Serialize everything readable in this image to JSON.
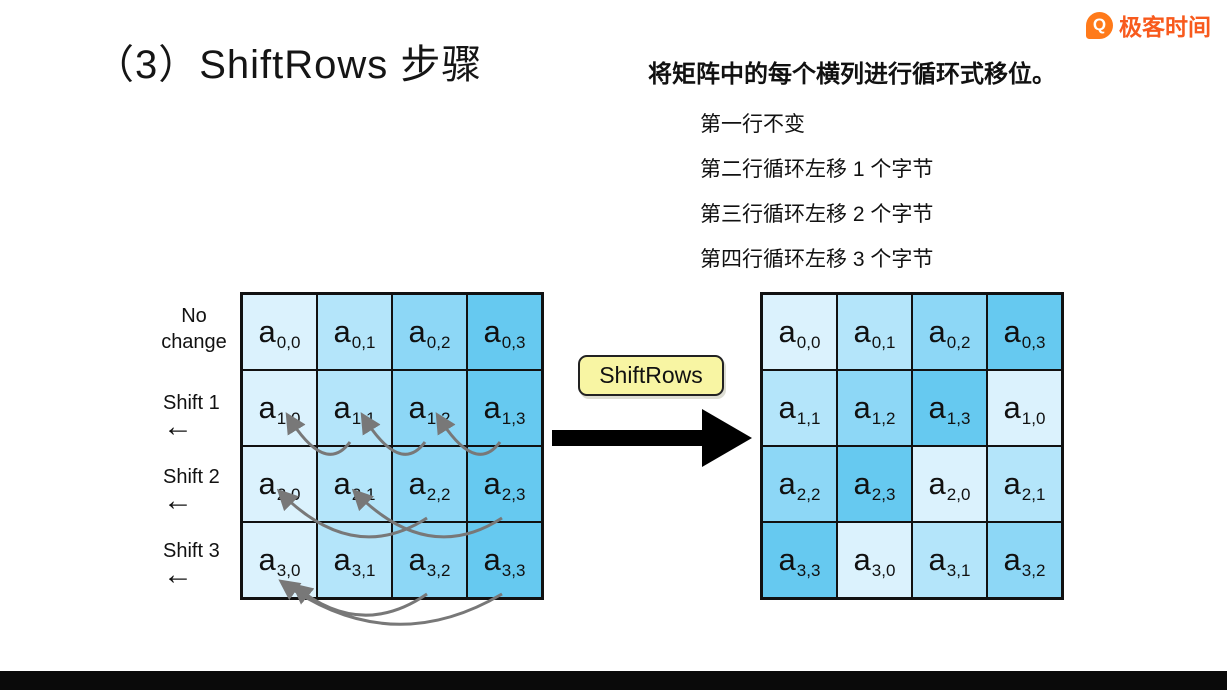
{
  "logo": {
    "text": "极客时间",
    "icon_letter": "Q"
  },
  "title": "（3）ShiftRows 步骤",
  "description": {
    "heading": "将矩阵中的每个横列进行循环式移位。",
    "lines": [
      "第一行不变",
      "第二行循环左移 1 个字节",
      "第三行循环左移 2 个字节",
      "第四行循环左移 3 个字节"
    ]
  },
  "diagram": {
    "row_labels": {
      "row0": "No change",
      "row1": "Shift 1",
      "row2": "Shift 2",
      "row3": "Shift 3"
    },
    "arrow_glyph": "←",
    "operation_label": "ShiftRows",
    "left_matrix": [
      [
        {
          "base": "a",
          "sub": "0,0",
          "color": "#dbf2fd"
        },
        {
          "base": "a",
          "sub": "0,1",
          "color": "#b4e5fa"
        },
        {
          "base": "a",
          "sub": "0,2",
          "color": "#8dd7f6"
        },
        {
          "base": "a",
          "sub": "0,3",
          "color": "#66c9f0"
        }
      ],
      [
        {
          "base": "a",
          "sub": "1,0",
          "color": "#dbf2fd"
        },
        {
          "base": "a",
          "sub": "1,1",
          "color": "#b4e5fa"
        },
        {
          "base": "a",
          "sub": "1,2",
          "color": "#8dd7f6"
        },
        {
          "base": "a",
          "sub": "1,3",
          "color": "#66c9f0"
        }
      ],
      [
        {
          "base": "a",
          "sub": "2,0",
          "color": "#dbf2fd"
        },
        {
          "base": "a",
          "sub": "2,1",
          "color": "#b4e5fa"
        },
        {
          "base": "a",
          "sub": "2,2",
          "color": "#8dd7f6"
        },
        {
          "base": "a",
          "sub": "2,3",
          "color": "#66c9f0"
        }
      ],
      [
        {
          "base": "a",
          "sub": "3,0",
          "color": "#dbf2fd"
        },
        {
          "base": "a",
          "sub": "3,1",
          "color": "#b4e5fa"
        },
        {
          "base": "a",
          "sub": "3,2",
          "color": "#8dd7f6"
        },
        {
          "base": "a",
          "sub": "3,3",
          "color": "#66c9f0"
        }
      ]
    ],
    "right_matrix": [
      [
        {
          "base": "a",
          "sub": "0,0",
          "color": "#dbf2fd"
        },
        {
          "base": "a",
          "sub": "0,1",
          "color": "#b4e5fa"
        },
        {
          "base": "a",
          "sub": "0,2",
          "color": "#8dd7f6"
        },
        {
          "base": "a",
          "sub": "0,3",
          "color": "#66c9f0"
        }
      ],
      [
        {
          "base": "a",
          "sub": "1,1",
          "color": "#b4e5fa"
        },
        {
          "base": "a",
          "sub": "1,2",
          "color": "#8dd7f6"
        },
        {
          "base": "a",
          "sub": "1,3",
          "color": "#66c9f0"
        },
        {
          "base": "a",
          "sub": "1,0",
          "color": "#dbf2fd"
        }
      ],
      [
        {
          "base": "a",
          "sub": "2,2",
          "color": "#8dd7f6"
        },
        {
          "base": "a",
          "sub": "2,3",
          "color": "#66c9f0"
        },
        {
          "base": "a",
          "sub": "2,0",
          "color": "#dbf2fd"
        },
        {
          "base": "a",
          "sub": "2,1",
          "color": "#b4e5fa"
        }
      ],
      [
        {
          "base": "a",
          "sub": "3,3",
          "color": "#66c9f0"
        },
        {
          "base": "a",
          "sub": "3,0",
          "color": "#dbf2fd"
        },
        {
          "base": "a",
          "sub": "3,1",
          "color": "#b4e5fa"
        },
        {
          "base": "a",
          "sub": "3,2",
          "color": "#8dd7f6"
        }
      ]
    ]
  },
  "colors": {
    "shade0": "#dbf2fd",
    "shade1": "#b4e5fa",
    "shade2": "#8dd7f6",
    "shade3": "#66c9f0",
    "operation_box": "#f8f5a3",
    "logo_orange": "#f85a1d",
    "arrow_gray": "#787878"
  }
}
